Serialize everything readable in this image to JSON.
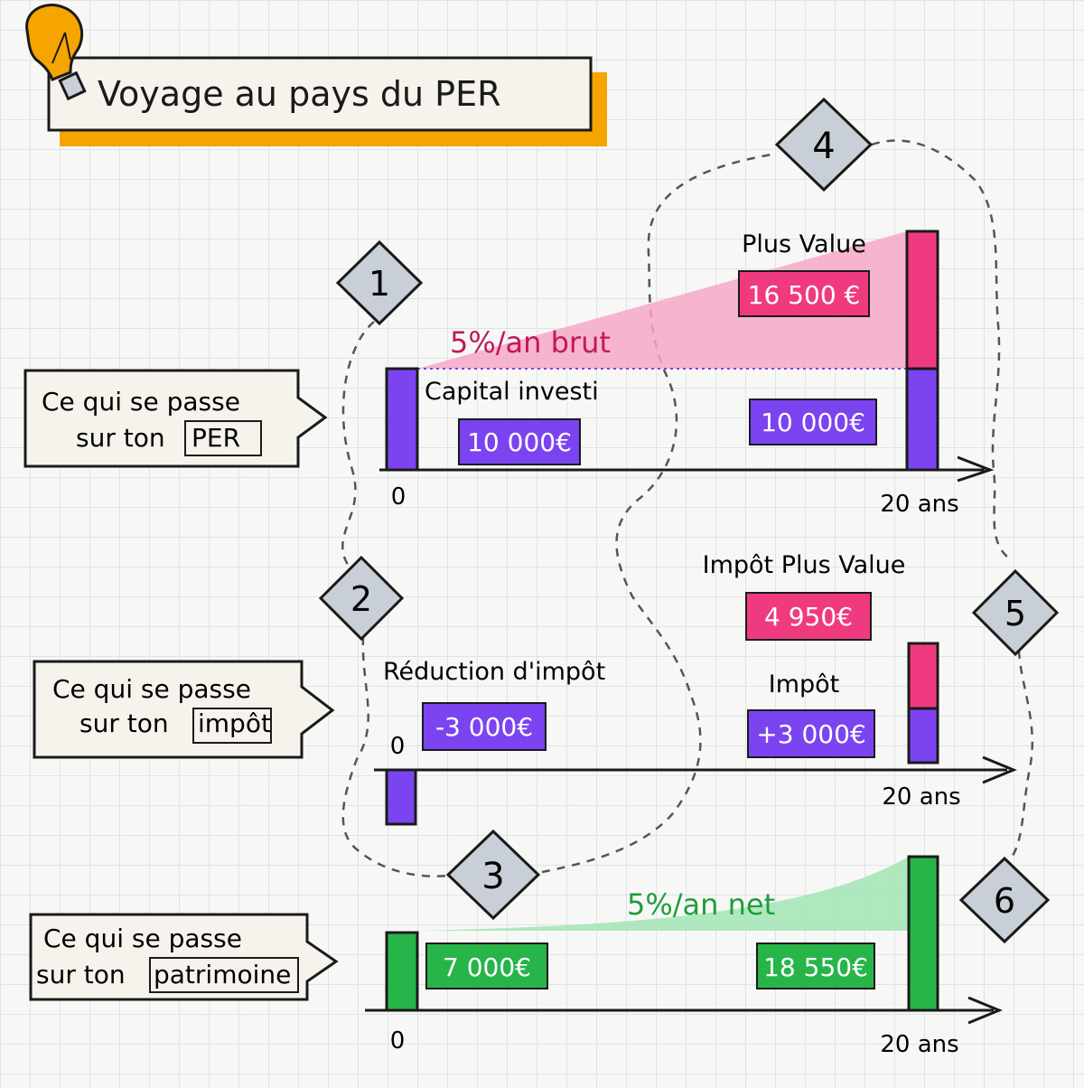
{
  "title": "Voyage au pays du PER",
  "colors": {
    "purple": "#7b44f0",
    "pink": "#f03a7f",
    "pink_light": "#f6a8c8",
    "green": "#27b54a",
    "green_light": "#a6e6b8",
    "accent": "#f6a500",
    "label_bg": "#f5f3ec",
    "rate_brut": "#c2185b",
    "rate_net": "#1e9e3a"
  },
  "steps": [
    "1",
    "2",
    "3",
    "4",
    "5",
    "6"
  ],
  "rows": [
    {
      "id": "per",
      "label_line1": "Ce qui se passe",
      "label_line2": "sur ton",
      "label_highlight": "PER",
      "start_value": "10 000€",
      "start_caption": "Capital investi",
      "end_gain_caption": "Plus Value",
      "end_gain_value": "16 500 €",
      "end_base_value": "10 000€",
      "rate_label": "5%/an brut",
      "axis_start": "0",
      "axis_end": "20 ans"
    },
    {
      "id": "impot",
      "label_line1": "Ce qui se passe",
      "label_line2": "sur ton",
      "label_highlight": "impôt",
      "start_caption": "Réduction d'impôt",
      "start_value": "-3 000€",
      "end_tax_caption": "Impôt Plus Value",
      "end_tax_value": "4 950€",
      "end_base_caption": "Impôt",
      "end_base_value": "+3 000€",
      "axis_start": "0",
      "axis_end": "20 ans"
    },
    {
      "id": "patrimoine",
      "label_line1": "Ce qui se passe",
      "label_line2": "sur ton",
      "label_highlight": "patrimoine",
      "start_value": "7 000€",
      "end_value": "18 550€",
      "rate_label": "5%/an net",
      "axis_start": "0",
      "axis_end": "20 ans"
    }
  ]
}
